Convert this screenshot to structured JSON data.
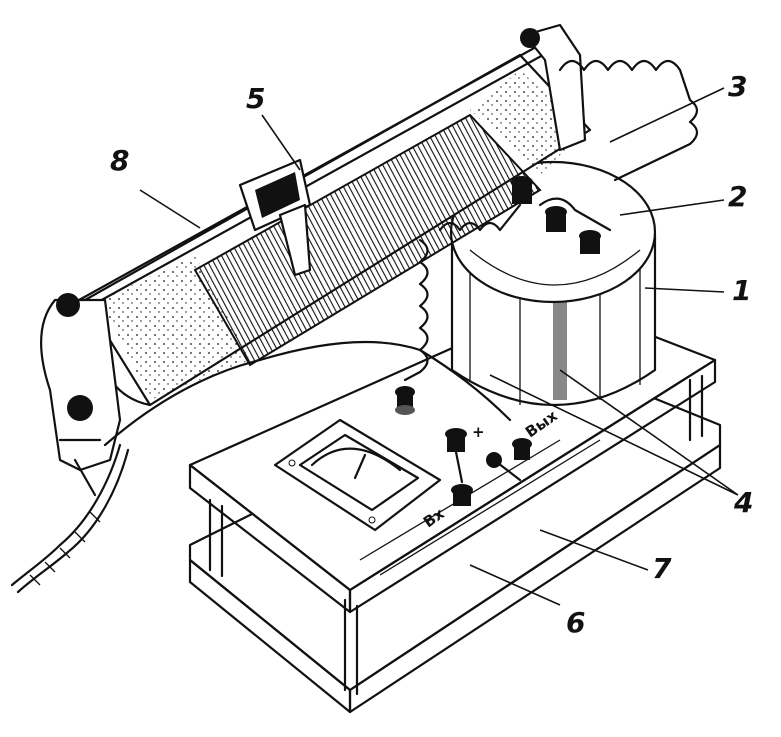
{
  "callouts": [
    {
      "id": "1",
      "text": "1"
    },
    {
      "id": "2",
      "text": "2"
    },
    {
      "id": "3",
      "text": "3"
    },
    {
      "id": "4",
      "text": "4"
    },
    {
      "id": "5",
      "text": "5"
    },
    {
      "id": "6",
      "text": "6"
    },
    {
      "id": "7",
      "text": "7"
    },
    {
      "id": "8",
      "text": "8"
    }
  ],
  "terminal_marks": {
    "plus": "+",
    "output": "Вых",
    "input": "Вх"
  }
}
